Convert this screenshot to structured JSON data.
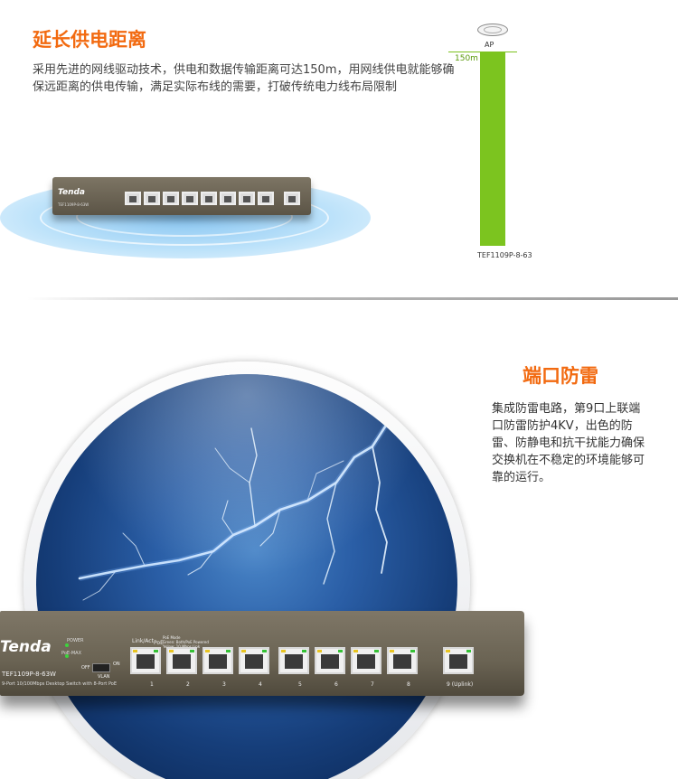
{
  "section1": {
    "title": "延长供电距离",
    "description": "采用先进的网线驱动技术，供电和数据传输距离可达150m，用网线供电就能够确保远距离的供电传输，满足实际布线的需要，打破传统电力线布局限制",
    "diagram": {
      "ap_label": "AP",
      "distance_label": "150m",
      "device_label": "TEF1109P-8-63"
    },
    "switch_small": {
      "brand": "Tenda",
      "model": "TEF1109P-8-63W"
    }
  },
  "section2": {
    "title": "端口防雷",
    "description": "集成防雷电路，第9口上联端口防雷防护4KV，出色的防雷、防静电和抗干扰能力确保交换机在不稳定的环境能够可靠的运行。",
    "switch_large": {
      "brand": "Tenda",
      "model": "TEF1109P-8-63W",
      "subtitle": "9-Port 10/100Mbps Desktop Switch with 8-Port PoE",
      "power_label": "POWER",
      "poe_max_label": "PoE-MAX",
      "off_label": "OFF",
      "on_label": "ON",
      "vlan_label": "VLAN",
      "link_act_label": "Link/Act",
      "poe_label": "PoE",
      "poe_mode_text": "PoE Mode\nGreen: Both/PoE Powered\nYellow: 10 Mbps Link",
      "ports": [
        "1",
        "2",
        "3",
        "4",
        "5",
        "6",
        "7",
        "8"
      ],
      "uplink_label": "9 (Uplink)"
    }
  },
  "colors": {
    "accent_orange": "#f26a10",
    "bar_green": "#7cc41f",
    "dome_blue": "#1f4e92"
  }
}
